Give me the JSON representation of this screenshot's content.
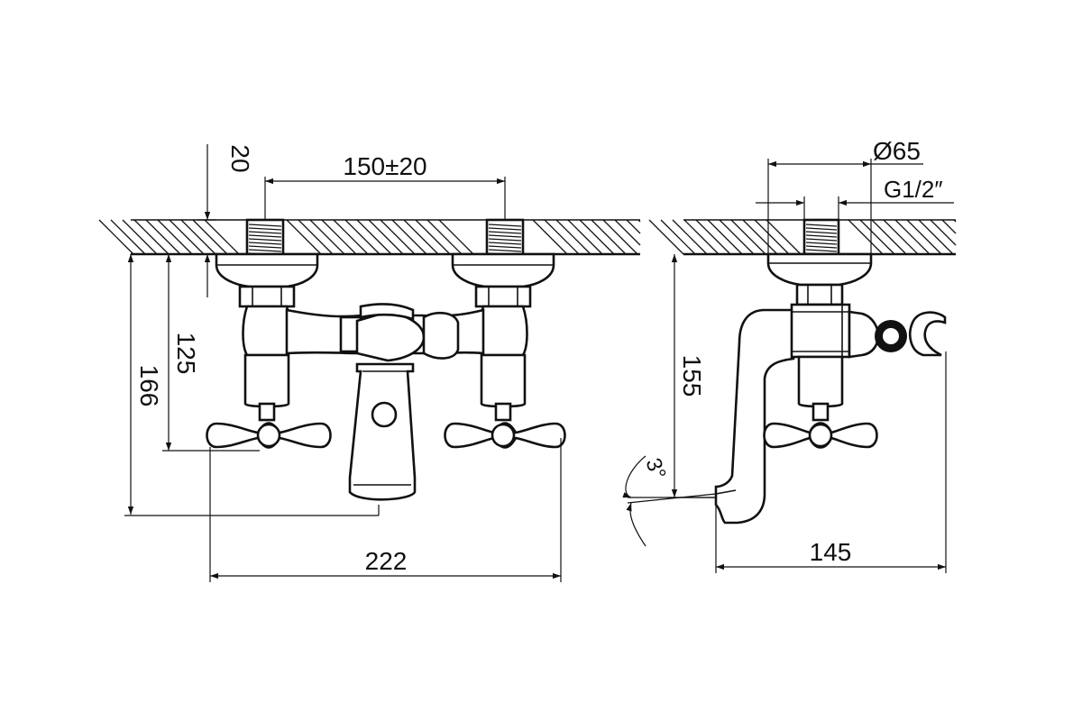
{
  "front_view": {
    "dimensions": {
      "wall_offset": "20",
      "inlet_spacing": "150±20",
      "handle_height": "125",
      "spout_height": "166",
      "total_width": "222"
    }
  },
  "side_view": {
    "dimensions": {
      "escutcheon_diameter": "Ø65",
      "connection_thread": "G1/2″",
      "height": "155",
      "projection": "145",
      "spout_angle": "3°"
    }
  }
}
